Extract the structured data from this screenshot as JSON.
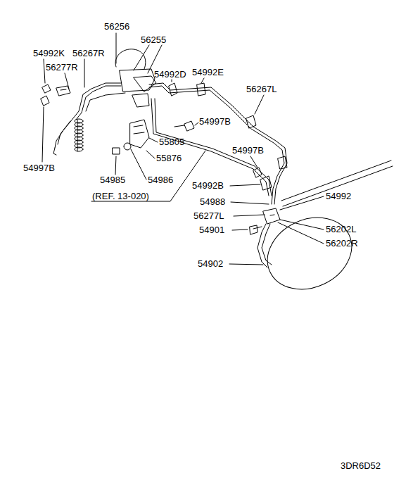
{
  "diagram": {
    "labels": [
      "56256",
      "56255",
      "54992K",
      "56267R",
      "56277R",
      "54992D",
      "54992E",
      "56267L",
      "54997B",
      "54997B",
      "55805",
      "55876",
      "54997B",
      "54985",
      "54986",
      "(REF. 13-020)",
      "54992B",
      "54988",
      "56277L",
      "54992",
      "54901",
      "56202L",
      "56202R",
      "54902",
      "3DR6D52"
    ]
  }
}
